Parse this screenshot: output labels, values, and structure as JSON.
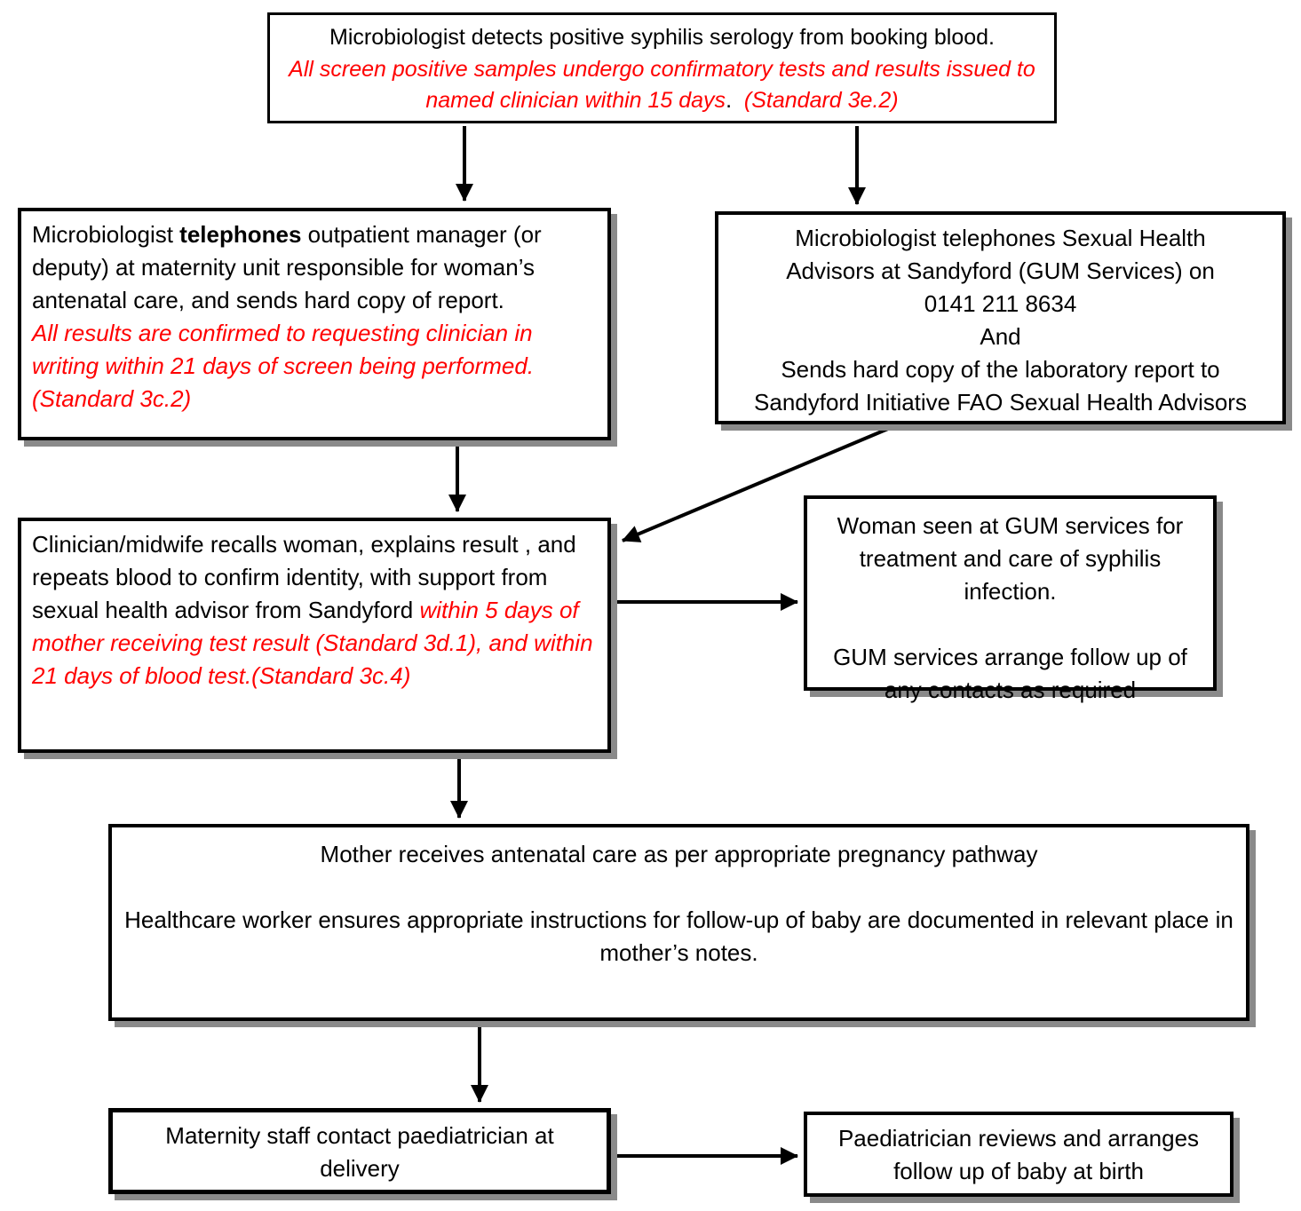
{
  "document": {
    "kind": "clinical-pathway-flowchart",
    "topic": "Positive syphilis serology in pregnancy pathway"
  },
  "colors": {
    "node_border": "#000000",
    "body_text": "#000000",
    "emphasis_red": "#ff0000",
    "shadow_gray": "#8a8a8a",
    "background": "#ffffff"
  },
  "nodes": {
    "detect": {
      "align": "center",
      "segments": [
        {
          "text": "Microbiologist detects positive syphilis serology from booking blood.\n",
          "style": "normal"
        },
        {
          "text": "All screen positive samples undergo confirmatory tests and results issued to named clinician within 15 days",
          "style": "red"
        },
        {
          "text": ".  ",
          "style": "normal"
        },
        {
          "text": "(Standard 3e.2)",
          "style": "red"
        }
      ]
    },
    "telephone_outpatient": {
      "align": "left",
      "segments": [
        {
          "text": "Microbiologist ",
          "style": "normal"
        },
        {
          "text": "telephones",
          "style": "bold"
        },
        {
          "text": " outpatient manager (or deputy) at maternity unit responsible for woman’s antenatal care, and sends hard copy of report.\n",
          "style": "normal"
        },
        {
          "text": "All results are confirmed to requesting clinician in writing within 21 days of screen being performed. (Standard 3c.2)",
          "style": "red"
        }
      ]
    },
    "telephone_sandyford": {
      "align": "center",
      "segments": [
        {
          "text": "Microbiologist telephones Sexual Health\nAdvisors at Sandyford (GUM Services) on\n0141 211 8634\nAnd\nSends hard copy of the laboratory report to\nSandyford Initiative FAO Sexual Health Advisors",
          "style": "normal"
        }
      ]
    },
    "clinician_recall": {
      "align": "left",
      "segments": [
        {
          "text": "Clinician/midwife recalls woman, explains result , and repeats blood to confirm identity, with support from sexual health advisor from Sandyford ",
          "style": "normal"
        },
        {
          "text": "within 5 days of mother receiving test result (Standard 3d.1), and within 21 days of blood test.(Standard 3c.4)",
          "style": "red"
        }
      ]
    },
    "gum_treatment": {
      "align": "center",
      "segments": [
        {
          "text": "Woman seen at GUM services for treatment and care of syphilis infection.\n\nGUM services arrange follow up of any contacts as required",
          "style": "normal"
        }
      ]
    },
    "antenatal_care": {
      "align": "center",
      "segments": [
        {
          "text": "Mother receives antenatal care as per appropriate pregnancy pathway\n\nHealthcare worker ensures appropriate instructions for follow-up of baby are documented in relevant place in mother’s notes.",
          "style": "normal"
        }
      ]
    },
    "maternity_contact": {
      "align": "center",
      "segments": [
        {
          "text": "Maternity staff contact paediatrician at delivery",
          "style": "normal"
        }
      ]
    },
    "paediatrician_review": {
      "align": "center",
      "segments": [
        {
          "text": "Paediatrician reviews and arranges follow up of baby at birth",
          "style": "normal"
        }
      ]
    }
  }
}
